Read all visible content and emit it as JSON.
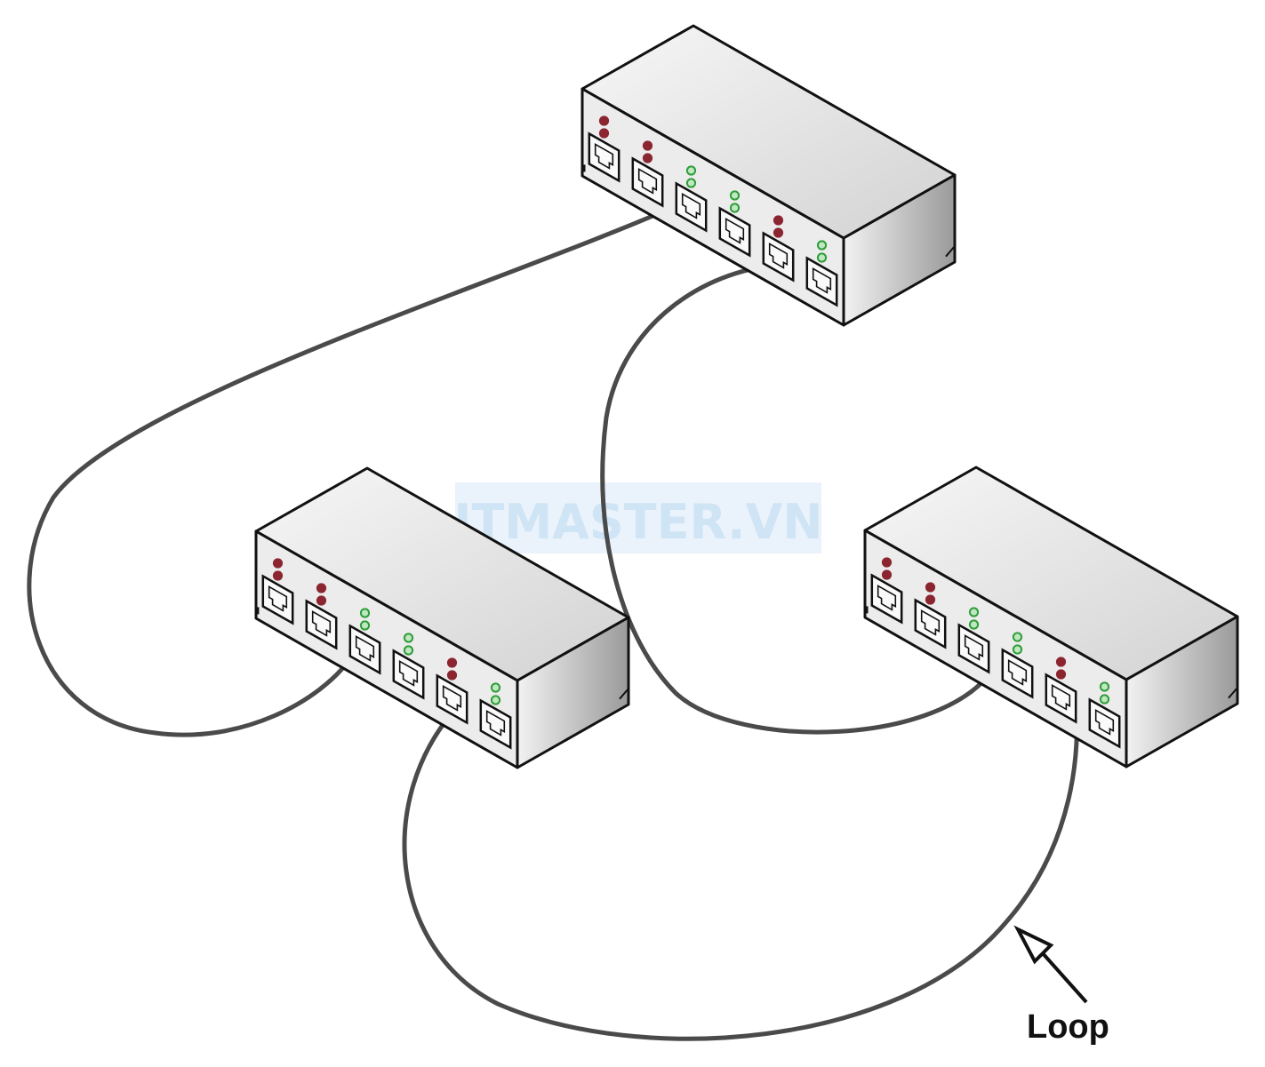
{
  "diagram": {
    "watermark": {
      "text": "ITMASTER.VN",
      "color": "#cfe4f4",
      "box_color": "#eaf3fb"
    },
    "annotation": {
      "label": "Loop"
    },
    "colors": {
      "cable": "#4a4a4a",
      "outline": "#111111",
      "led_red": "#8b2630",
      "led_green": "#2f9d3a",
      "top_face_light": "#f7f7f7",
      "top_face_dark": "#d2d2d2",
      "side_face_light": "#f2f2f2",
      "side_face_dark": "#9a9a9a",
      "front_face": "#ececec",
      "port_fill": "#fafafa"
    },
    "switches": [
      {
        "name": "switch-top",
        "leds": [
          "red",
          "red",
          "green",
          "green",
          "red",
          "green"
        ]
      },
      {
        "name": "switch-left",
        "leds": [
          "red",
          "red",
          "green",
          "green",
          "red",
          "green"
        ]
      },
      {
        "name": "switch-right",
        "leds": [
          "red",
          "red",
          "green",
          "green",
          "red",
          "green"
        ]
      }
    ],
    "cables": [
      {
        "name": "cable-top-to-left",
        "from": "switch-top",
        "to": "switch-left"
      },
      {
        "name": "cable-top-to-right",
        "from": "switch-top",
        "to": "switch-right"
      },
      {
        "name": "cable-left-to-right",
        "from": "switch-left",
        "to": "switch-right"
      }
    ]
  }
}
